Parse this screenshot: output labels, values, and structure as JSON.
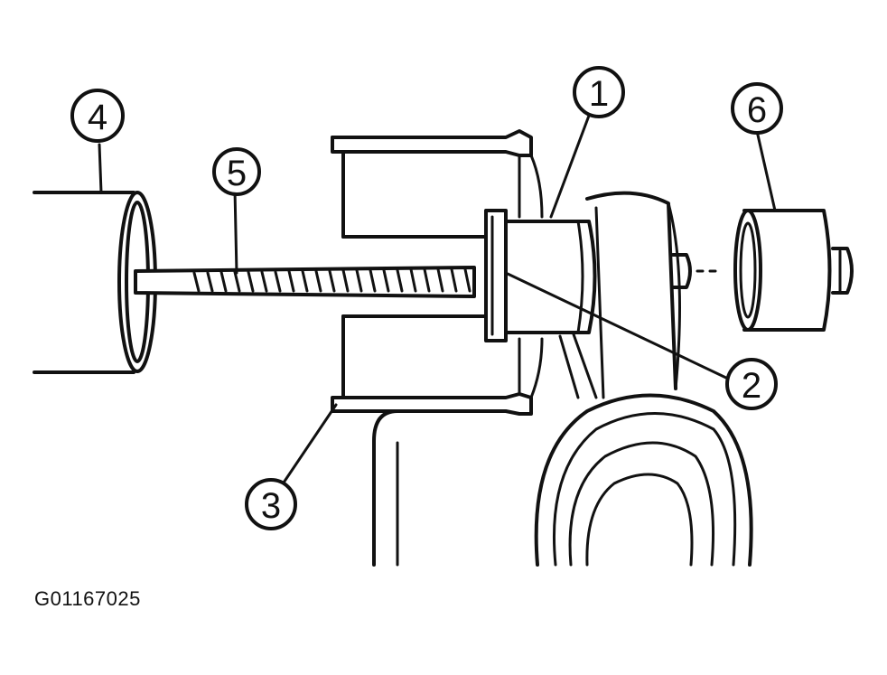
{
  "figure_id": "G01167025",
  "callouts": [
    {
      "id": "1",
      "label": "1"
    },
    {
      "id": "2",
      "label": "2"
    },
    {
      "id": "3",
      "label": "3"
    },
    {
      "id": "4",
      "label": "4"
    },
    {
      "id": "5",
      "label": "5"
    },
    {
      "id": "6",
      "label": "6"
    }
  ],
  "colors": {
    "ink": "#111111",
    "paper": "#ffffff"
  }
}
